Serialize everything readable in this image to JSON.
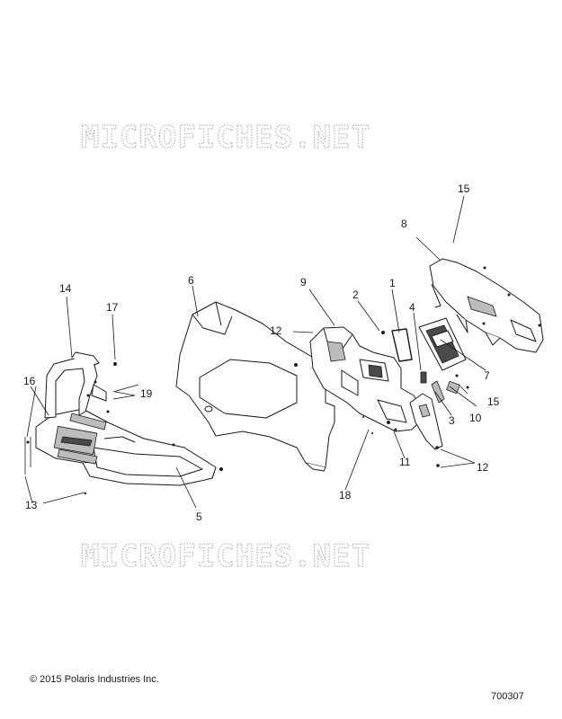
{
  "watermark_text": "MICROFICHES.NET",
  "copyright": "© 2015 Polaris Industries Inc.",
  "drawing_number": "700307",
  "callouts": {
    "c1": "1",
    "c2": "2",
    "c3": "3",
    "c4": "4",
    "c5": "5",
    "c6": "6",
    "c7": "7",
    "c8": "8",
    "c9": "9",
    "c10": "10",
    "c11": "11",
    "c12a": "12",
    "c12b": "12",
    "c13": "13",
    "c14": "14",
    "c15a": "15",
    "c15b": "15",
    "c16": "16",
    "c17": "17",
    "c18": "18",
    "c19": "19"
  }
}
